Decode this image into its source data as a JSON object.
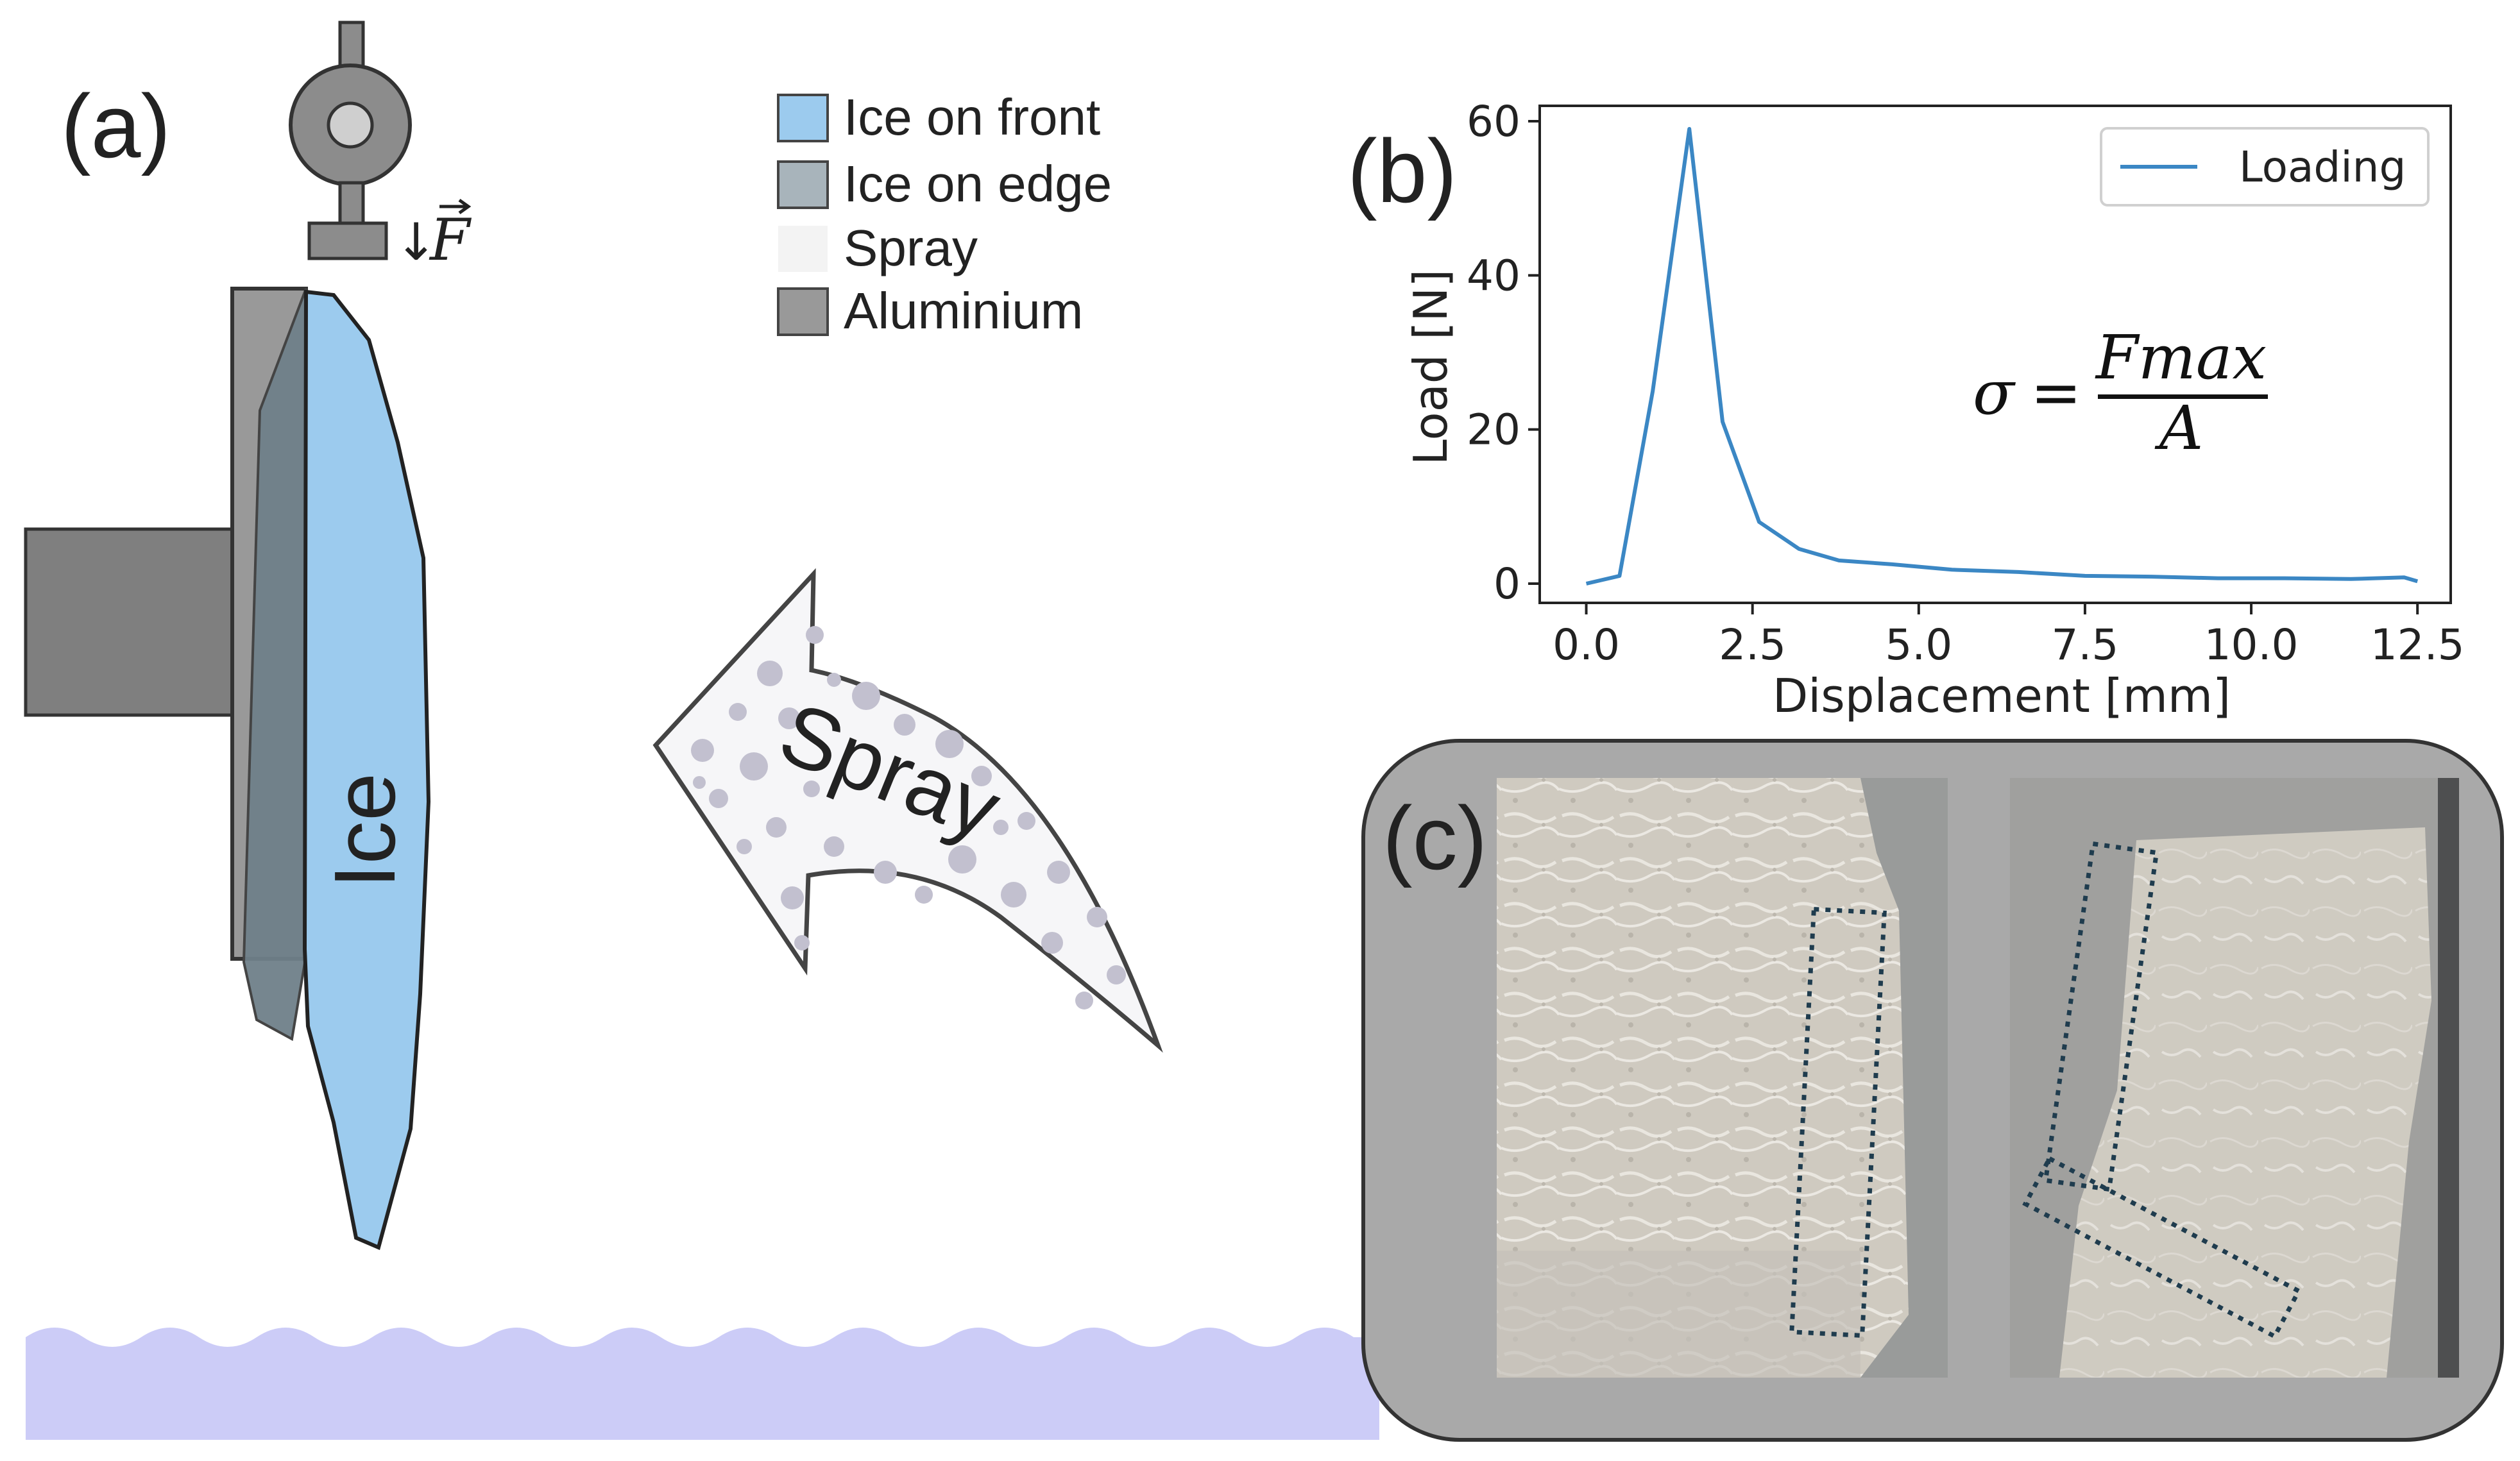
{
  "panel_a": {
    "label": "(a)",
    "ice_text": "Ice",
    "spray_text": "Spray",
    "force_symbol": "F",
    "force_arrow_glyph": "↓",
    "legend": [
      {
        "label": "Ice on front",
        "color": "#9ccbee"
      },
      {
        "label": "Ice on edge",
        "color": "#a8b4bb"
      },
      {
        "label": "Spray",
        "color": "#f3f3f3"
      },
      {
        "label": "Aluminium",
        "color": "#999999"
      }
    ]
  },
  "panel_b": {
    "label": "(b)",
    "formula": {
      "lhs": "σ",
      "eq": "=",
      "numerator": "Fmax",
      "denominator": "A"
    }
  },
  "panel_c": {
    "label": "(c)"
  },
  "colors": {
    "ice_front": "#9ccbee",
    "ice_edge": "#6f7f89",
    "aluminium": "#999999",
    "aluminium_dark": "#7f7f7f",
    "water": "#ccccf7",
    "panel_c_bg": "#a9a9a9",
    "series": "#3b87c4"
  },
  "chart_data": {
    "type": "line",
    "title": "",
    "xlabel": "Displacement [mm]",
    "ylabel": "Load [N]",
    "xlim": [
      -0.7,
      13.0
    ],
    "ylim": [
      -2.5,
      62.0
    ],
    "xticks": [
      0.0,
      2.5,
      5.0,
      7.5,
      10.0,
      12.5
    ],
    "xtick_labels": [
      "0.0",
      "2.5",
      "5.0",
      "7.5",
      "10.0",
      "12.5"
    ],
    "yticks": [
      0,
      20,
      40,
      60
    ],
    "ytick_labels": [
      "0",
      "20",
      "40",
      "60"
    ],
    "grid": false,
    "legend_position": "top-right",
    "series": [
      {
        "name": "Loading",
        "color": "#3b87c4",
        "x": [
          0.0,
          0.5,
          1.0,
          1.55,
          2.05,
          2.6,
          3.2,
          3.8,
          4.6,
          5.5,
          6.5,
          7.5,
          8.5,
          9.5,
          10.5,
          11.5,
          12.3,
          12.5
        ],
        "y": [
          0.0,
          1.0,
          25.0,
          59.0,
          21.0,
          8.0,
          4.5,
          3.0,
          2.5,
          1.8,
          1.5,
          1.0,
          0.9,
          0.7,
          0.7,
          0.6,
          0.8,
          0.3
        ]
      }
    ]
  }
}
